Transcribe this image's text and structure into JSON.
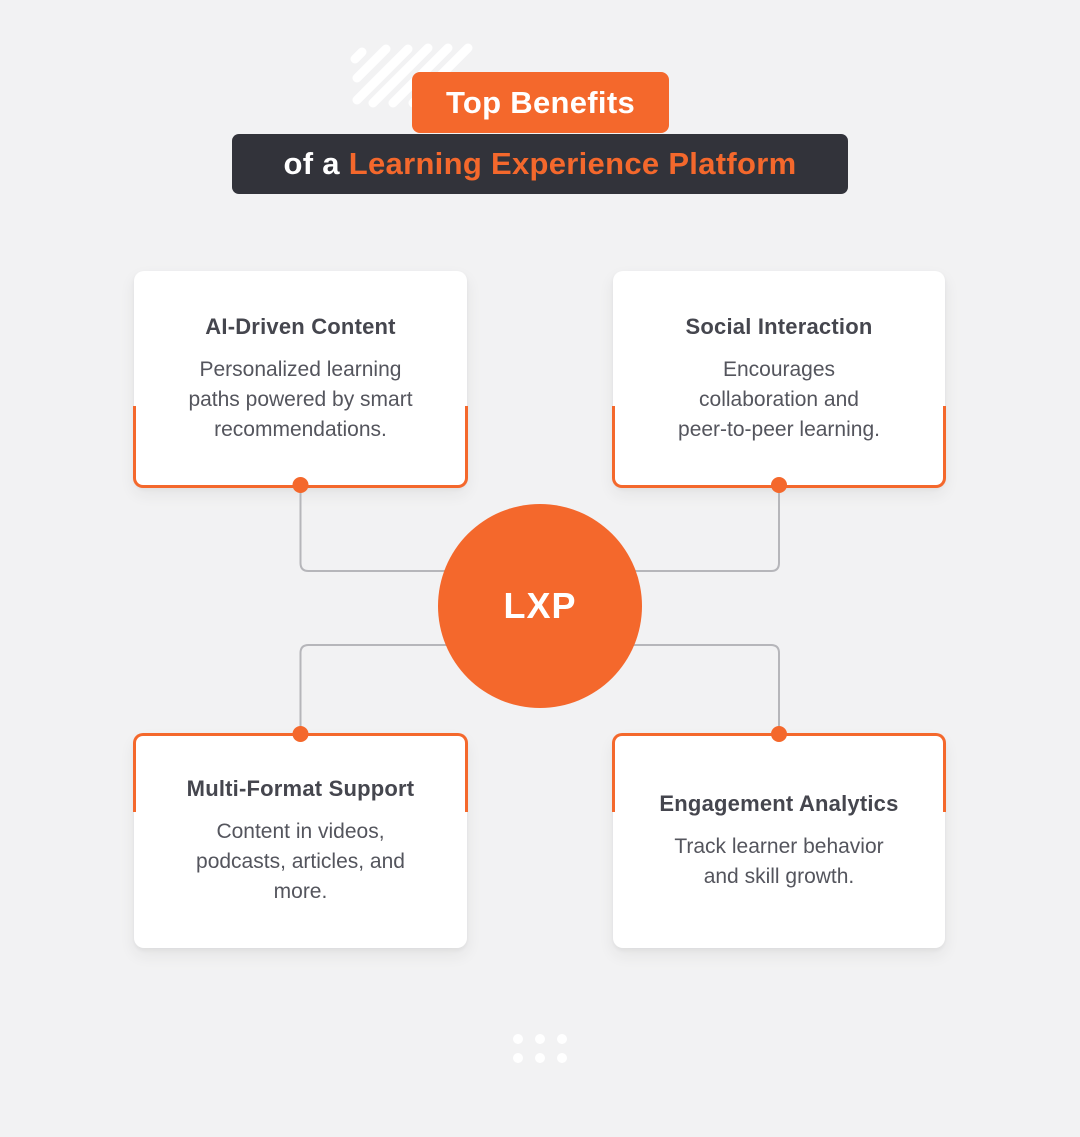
{
  "header": {
    "badge": "Top Benefits",
    "subtitle_prefix": "of a ",
    "subtitle_highlight": "Learning Experience Platform"
  },
  "center": {
    "label": "LXP"
  },
  "cards": [
    {
      "position": "top-left",
      "title": "AI-Driven Content",
      "body": "Personalized learning\npaths powered by smart\nrecommendations."
    },
    {
      "position": "top-right",
      "title": "Social Interaction",
      "body": "Encourages\ncollaboration and\npeer-to-peer learning."
    },
    {
      "position": "bottom-left",
      "title": "Multi-Format Support",
      "body": "Content in videos,\npodcasts, articles, and\nmore."
    },
    {
      "position": "bottom-right",
      "title": "Engagement Analytics",
      "body": "Track learner behavior\nand skill growth."
    }
  ],
  "colors": {
    "accent": "#F4682C",
    "header_dark": "#32333A",
    "background": "#F2F2F3",
    "card_title": "#45464E",
    "card_body": "#54555D",
    "connector": "#B6B6BA",
    "card_bg": "#FFFFFF",
    "text_on_accent": "#FFFFFF"
  }
}
